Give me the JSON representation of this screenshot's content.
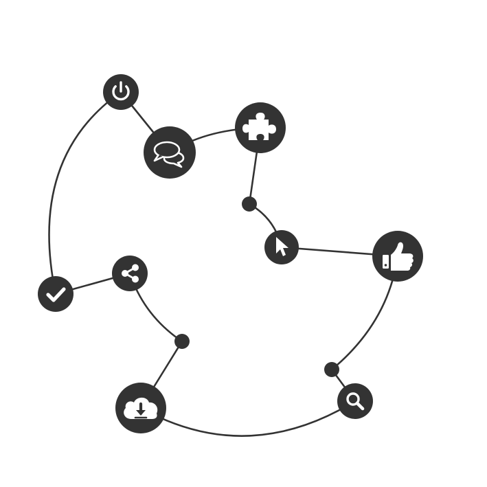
{
  "diagram": {
    "colors": {
      "node": "#333333",
      "line": "#333333",
      "glyph": "#ffffff",
      "background": "#ffffff"
    },
    "icon_nodes": [
      {
        "id": "power",
        "icon": "power-icon"
      },
      {
        "id": "chat",
        "icon": "chat-bubbles-icon"
      },
      {
        "id": "puzzle",
        "icon": "puzzle-piece-icon"
      },
      {
        "id": "cursor",
        "icon": "mouse-cursor-icon"
      },
      {
        "id": "like",
        "icon": "thumbs-up-icon"
      },
      {
        "id": "search",
        "icon": "magnifier-icon"
      },
      {
        "id": "download",
        "icon": "cloud-download-icon"
      },
      {
        "id": "share",
        "icon": "share-icon"
      },
      {
        "id": "check",
        "icon": "checkmark-icon"
      }
    ],
    "junction_dots": [
      {
        "id": "dot-upper"
      },
      {
        "id": "dot-lower-right"
      },
      {
        "id": "dot-lower-left"
      }
    ],
    "connections": [
      {
        "from": "power",
        "to": "chat",
        "style": "straight"
      },
      {
        "from": "chat",
        "to": "puzzle",
        "style": "curved"
      },
      {
        "from": "puzzle",
        "to": "dot-upper",
        "style": "straight"
      },
      {
        "from": "dot-upper",
        "to": "cursor",
        "style": "curved"
      },
      {
        "from": "cursor",
        "to": "like",
        "style": "straight"
      },
      {
        "from": "like",
        "to": "dot-lower-right",
        "style": "curved"
      },
      {
        "from": "dot-lower-right",
        "to": "search",
        "style": "straight"
      },
      {
        "from": "search",
        "to": "download",
        "style": "curved"
      },
      {
        "from": "download",
        "to": "dot-lower-left",
        "style": "straight"
      },
      {
        "from": "dot-lower-left",
        "to": "share",
        "style": "curved"
      },
      {
        "from": "share",
        "to": "check",
        "style": "straight"
      },
      {
        "from": "check",
        "to": "power",
        "style": "curved"
      }
    ]
  }
}
